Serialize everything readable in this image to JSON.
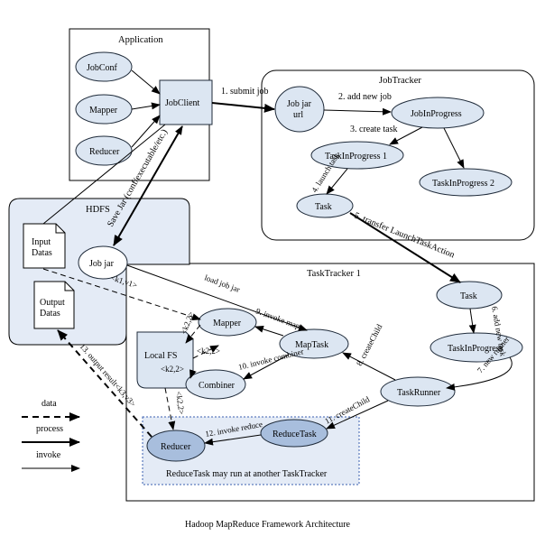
{
  "caption": "Hadoop MapReduce Framework Architecture",
  "containers": {
    "application": "Application",
    "jobtracker": "JobTracker",
    "tasktracker": "TaskTracker 1",
    "hdfs": "HDFS",
    "reduce_region_note": "ReduceTask may run at another TaskTracker"
  },
  "nodes": {
    "jobconf": "JobConf",
    "mapper_app": "Mapper",
    "reducer_app": "Reducer",
    "jobclient": "JobClient",
    "jobjarurl_1": "Job jar",
    "jobjarurl_2": "url",
    "jobinprogress": "JobInProgress",
    "taskinprogress1": "TaskInProgress 1",
    "taskinprogress2": "TaskInProgress 2",
    "task_jt": "Task",
    "inputdatas_1": "Input",
    "inputdatas_2": "Datas",
    "outputdatas_1": "Output",
    "outputdatas_2": "Datas",
    "jobjar_hdfs": "Job jar",
    "task_tt": "Task",
    "taskinprogress_tt": "TaskInProgress",
    "taskrunner": "TaskRunner",
    "mapper_tt": "Mapper",
    "maptask": "MapTask",
    "localfs": "Local FS",
    "combiner": "Combiner",
    "reducer_tt": "Reducer",
    "reducetask": "ReduceTask"
  },
  "edges": {
    "submit_job": "1. submit job",
    "add_new_job": "2. add new job",
    "create_task": "3. create task",
    "launch_task": "4. launch task",
    "transfer": "5. transfer LaunchTaskAction",
    "add_new_task": "6. add new task",
    "new_runner": "7. new runner",
    "create_child_8": "8. createChild",
    "invoke_map": "9. invoke map",
    "invoke_combiner": "10. invoke combiner",
    "create_child_11": "11. createChild",
    "invoke_reduce": "12. invoke reduce",
    "output_result": "13. output result<k3,v3>",
    "save_jar": "Save Jar (conf/executable/etc.)",
    "load_job_jar": "load job jar",
    "k1v1": "<k1,v1>",
    "k2v2_a": "<k2,2>",
    "k2v2_b": "<k2,2>",
    "k2v2_c": "<k2,2>",
    "k2v2_d": "<k2,2>"
  },
  "legend": {
    "data": "data",
    "process": "process",
    "invoke": "invoke"
  }
}
